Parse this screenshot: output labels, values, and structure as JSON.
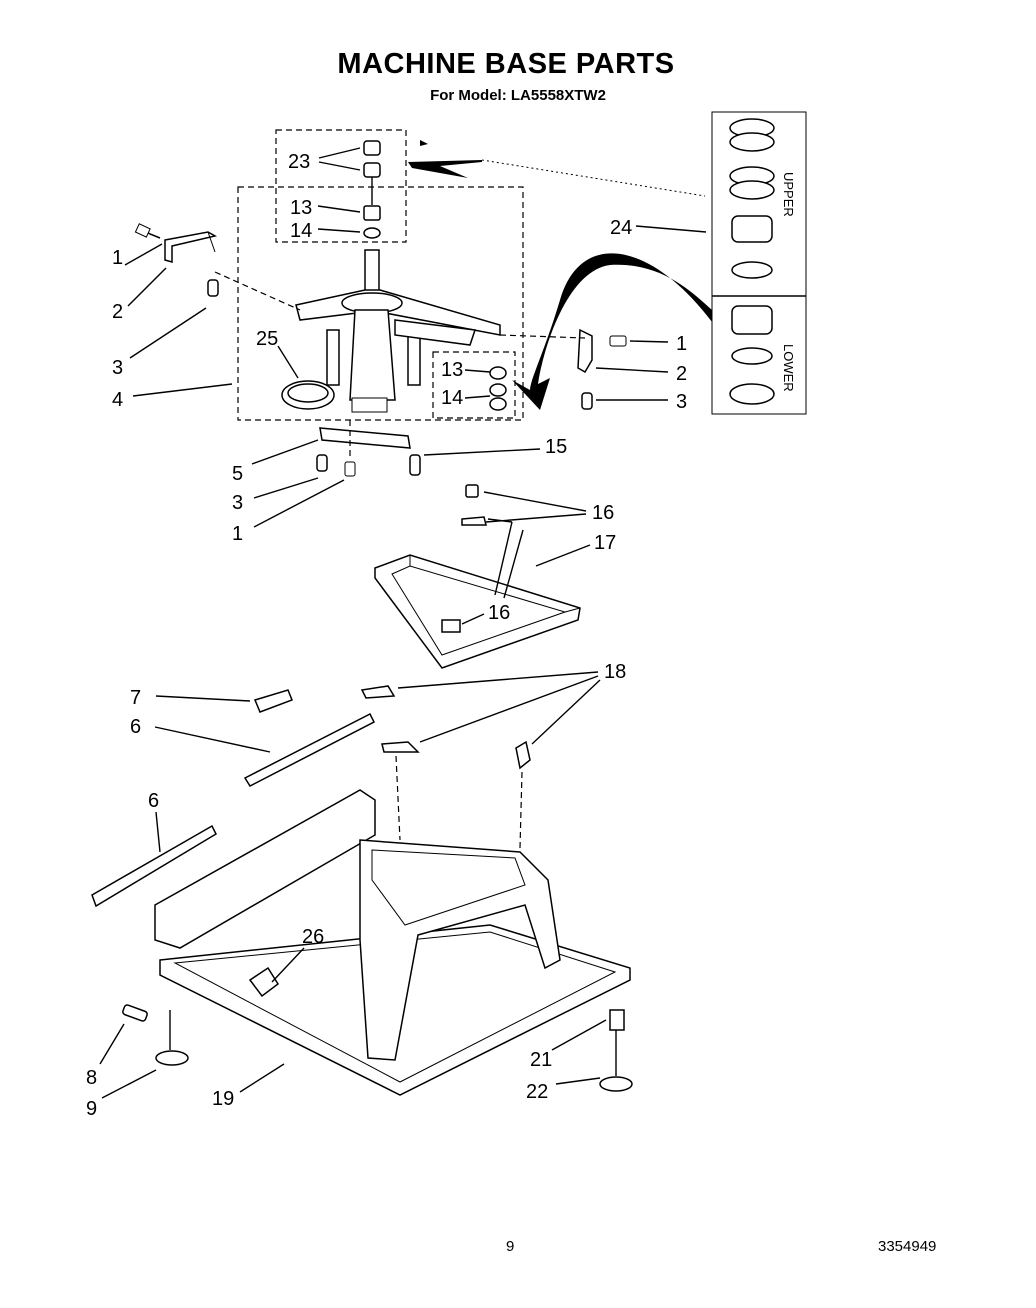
{
  "title": "MACHINE BASE PARTS",
  "model_line": "For Model: LA5558XTW2",
  "page_number": "9",
  "doc_number": "3354949",
  "kit_labels": {
    "upper": "UPPER",
    "lower": "LOWER"
  },
  "callouts": {
    "c23": "23",
    "c13a": "13",
    "c14a": "14",
    "c24": "24",
    "c1a": "1",
    "c2a": "2",
    "c3a": "3",
    "c25": "25",
    "c4": "4",
    "c13b": "13",
    "c14b": "14",
    "c1b": "1",
    "c2b": "2",
    "c3b": "3",
    "c15": "15",
    "c5": "5",
    "c3c": "3",
    "c1c": "1",
    "c16a": "16",
    "c17": "17",
    "c16b": "16",
    "c7": "7",
    "c18": "18",
    "c6a": "6",
    "c6b": "6",
    "c26": "26",
    "c8": "8",
    "c9": "9",
    "c19": "19",
    "c21": "21",
    "c22": "22"
  }
}
